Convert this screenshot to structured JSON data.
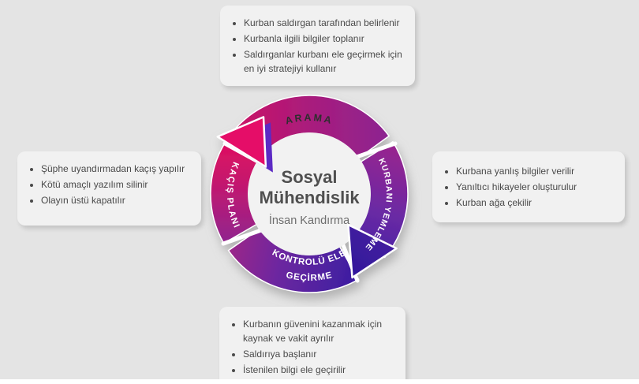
{
  "background_color": "#e4e4e4",
  "boxes": {
    "top": {
      "items": [
        "Kurban saldırgan tarafından belirlenir",
        "Kurbanla ilgili bilgiler toplanır",
        "Saldırganlar kurbanı ele geçirmek için en iyi stratejiyi kullanır"
      ]
    },
    "right": {
      "items": [
        "Kurbana yanlış bilgiler verilir",
        "Yanıltıcı hikayeler oluşturulur",
        "Kurban ağa çekilir"
      ]
    },
    "bottom": {
      "items": [
        "Kurbanın güvenini kazanmak için kaynak ve vakit ayrılır",
        "Saldırıya başlanır",
        "İstenilen bilgi ele geçirilir"
      ]
    },
    "left": {
      "items": [
        "Şüphe uyandırmadan kaçış yapılır",
        "Kötü amaçlı yazılım silinir",
        "Olayın üstü kapatılır"
      ]
    }
  },
  "cycle": {
    "center": {
      "title_line1": "Sosyal",
      "title_line2": "Mühendislik",
      "subtitle": "İnsan Kandırma"
    },
    "segments": {
      "top": {
        "label": "ARAMA"
      },
      "right": {
        "label": "KURBANI YEMLEME"
      },
      "bottom": {
        "label": "KONTROLÜ ELE GEÇİRME",
        "label_line1": "KONTROLÜ ELE",
        "label_line2": "GEÇİRME"
      },
      "left": {
        "label": "KAÇIŞ PLANI"
      }
    },
    "colors": {
      "pink": "#df0f60",
      "magenta_purple": "#8c2591",
      "indigo": "#4520a5",
      "deep_indigo": "#30169b",
      "label_dark": "#2e2e2e",
      "label_light": "#ffffff"
    }
  }
}
